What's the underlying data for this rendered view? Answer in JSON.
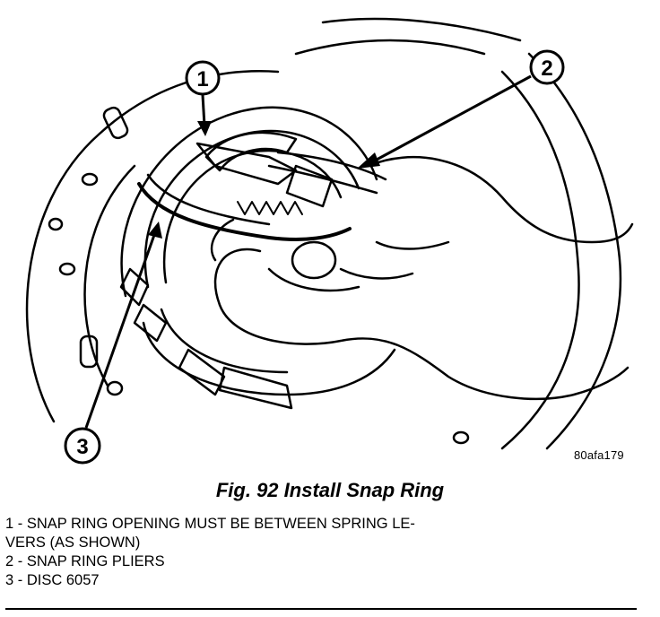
{
  "figure": {
    "caption": "Fig. 92 Install Snap Ring",
    "image_code": "80afa179",
    "callouts": [
      {
        "number": "1"
      },
      {
        "number": "2"
      },
      {
        "number": "3"
      }
    ]
  },
  "legend": [
    {
      "text": "1 - SNAP RING OPENING MUST BE BETWEEN SPRING LE-"
    },
    {
      "text": "VERS (AS SHOWN)"
    },
    {
      "text": "2 - SNAP RING PLIERS"
    },
    {
      "text": "3 - DISC 6057"
    }
  ]
}
